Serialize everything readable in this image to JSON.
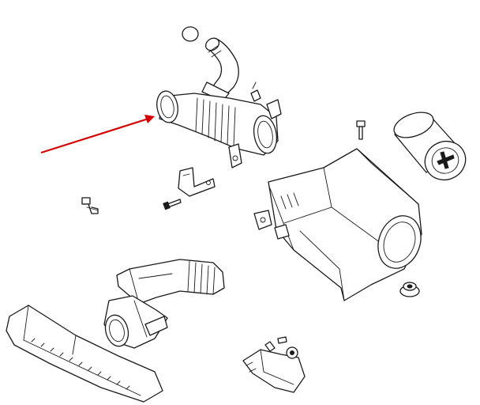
{
  "diagram": {
    "type": "exploded-parts-drawing",
    "arrow_color": "#d40000",
    "line_color": "#1a1a1a",
    "background": "#ffffff",
    "parts": [
      "o-ring",
      "upper-intake-hose",
      "intake-air-duct-with-mass-airflow-sensor",
      "bracket",
      "mounting-bolt",
      "air-filter-element",
      "air-filter-housing",
      "rubber-grommet",
      "air-duct-adapter",
      "resonator-duct",
      "intake-snorkel",
      "housing-mounting-bracket",
      "small-bolt"
    ]
  }
}
